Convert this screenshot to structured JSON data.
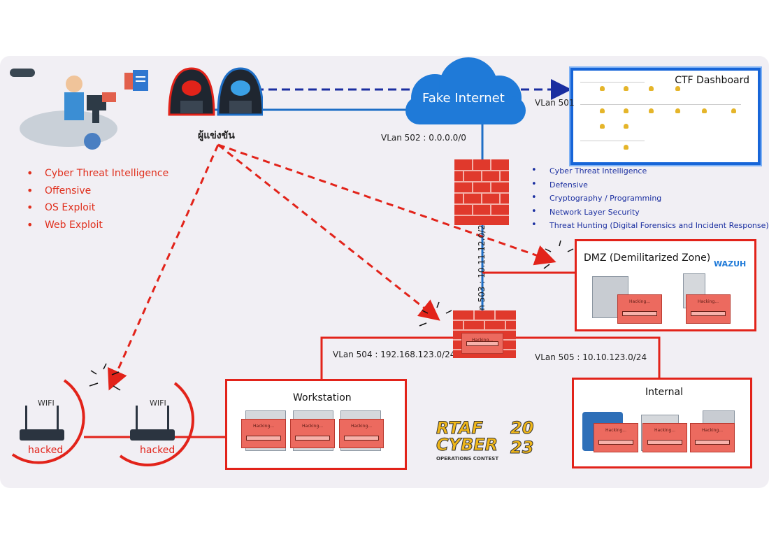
{
  "cloud_label": "Fake Internet",
  "ctf_dashboard": {
    "title": "CTF Dashboard"
  },
  "attackers_label": "ผู้แข่งขัน",
  "red_topics": [
    "Cyber Threat Intelligence",
    "Offensive",
    "OS Exploit",
    "Web Exploit"
  ],
  "blue_topics": [
    "Cyber Threat Intelligence",
    "Defensive",
    "Cryptography / Programming",
    "Network Layer Security",
    "Threat Hunting (Digital Forensics and Incident Response)"
  ],
  "vlans": {
    "v501": "VLan 501",
    "v502": "VLan 502 : 0.0.0.0/0",
    "v503": "VLan 503 : 10.11.12.0/29",
    "v504": "VLan 504 : 192.168.123.0/24",
    "v505": "VLan 505 : 10.10.123.0/24"
  },
  "zones": {
    "dmz": "DMZ (Demilitarized Zone)",
    "workstation": "Workstation",
    "internal": "Internal"
  },
  "wazuh_label": "WAZUH",
  "hacking_label": "Hacking...",
  "wifi": [
    {
      "label": "WIFI",
      "status": "hacked"
    },
    {
      "label": "WIFI",
      "status": "hacked"
    }
  ],
  "contest_logo": {
    "line1": "RTAF",
    "line2": "CYBER",
    "year_top": "20",
    "year_bottom": "23",
    "subtitle": "OPERATIONS CONTEST"
  },
  "colors": {
    "attack_red": "#e2231a",
    "link_blue": "#1f6fc6",
    "cloud_blue": "#1f7ad8",
    "zone_border": "#e2231a"
  }
}
